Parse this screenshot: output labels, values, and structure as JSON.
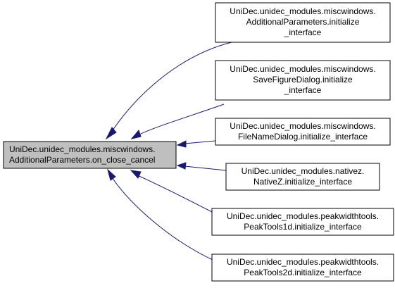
{
  "diagram": {
    "focus": {
      "id": "on_close_cancel",
      "lines": [
        "UniDec.unidec_modules.miscwindows.",
        "AdditionalParameters.on_close_cancel"
      ]
    },
    "callers": [
      {
        "id": "additional_parameters_initialize_interface",
        "lines": [
          "UniDec.unidec_modules.miscwindows.",
          "AdditionalParameters.initialize",
          "_interface"
        ]
      },
      {
        "id": "save_figure_dialog_initialize_interface",
        "lines": [
          "UniDec.unidec_modules.miscwindows.",
          "SaveFigureDialog.initialize",
          "_interface"
        ]
      },
      {
        "id": "file_name_dialog_initialize_interface",
        "lines": [
          "UniDec.unidec_modules.miscwindows.",
          "FileNameDialog.initialize_interface"
        ]
      },
      {
        "id": "native_z_initialize_interface",
        "lines": [
          "UniDec.unidec_modules.nativez.",
          "NativeZ.initialize_interface"
        ]
      },
      {
        "id": "peak_tools_1d_initialize_interface",
        "lines": [
          "UniDec.unidec_modules.peakwidthtools.",
          "PeakTools1d.initialize_interface"
        ]
      },
      {
        "id": "peak_tools_2d_initialize_interface",
        "lines": [
          "UniDec.unidec_modules.peakwidthtools.",
          "PeakTools2d.initialize_interface"
        ]
      }
    ],
    "colors": {
      "edge": "#191970",
      "focus_fill": "#bfbfbf",
      "node_fill": "#ffffff",
      "border": "#000000"
    }
  }
}
